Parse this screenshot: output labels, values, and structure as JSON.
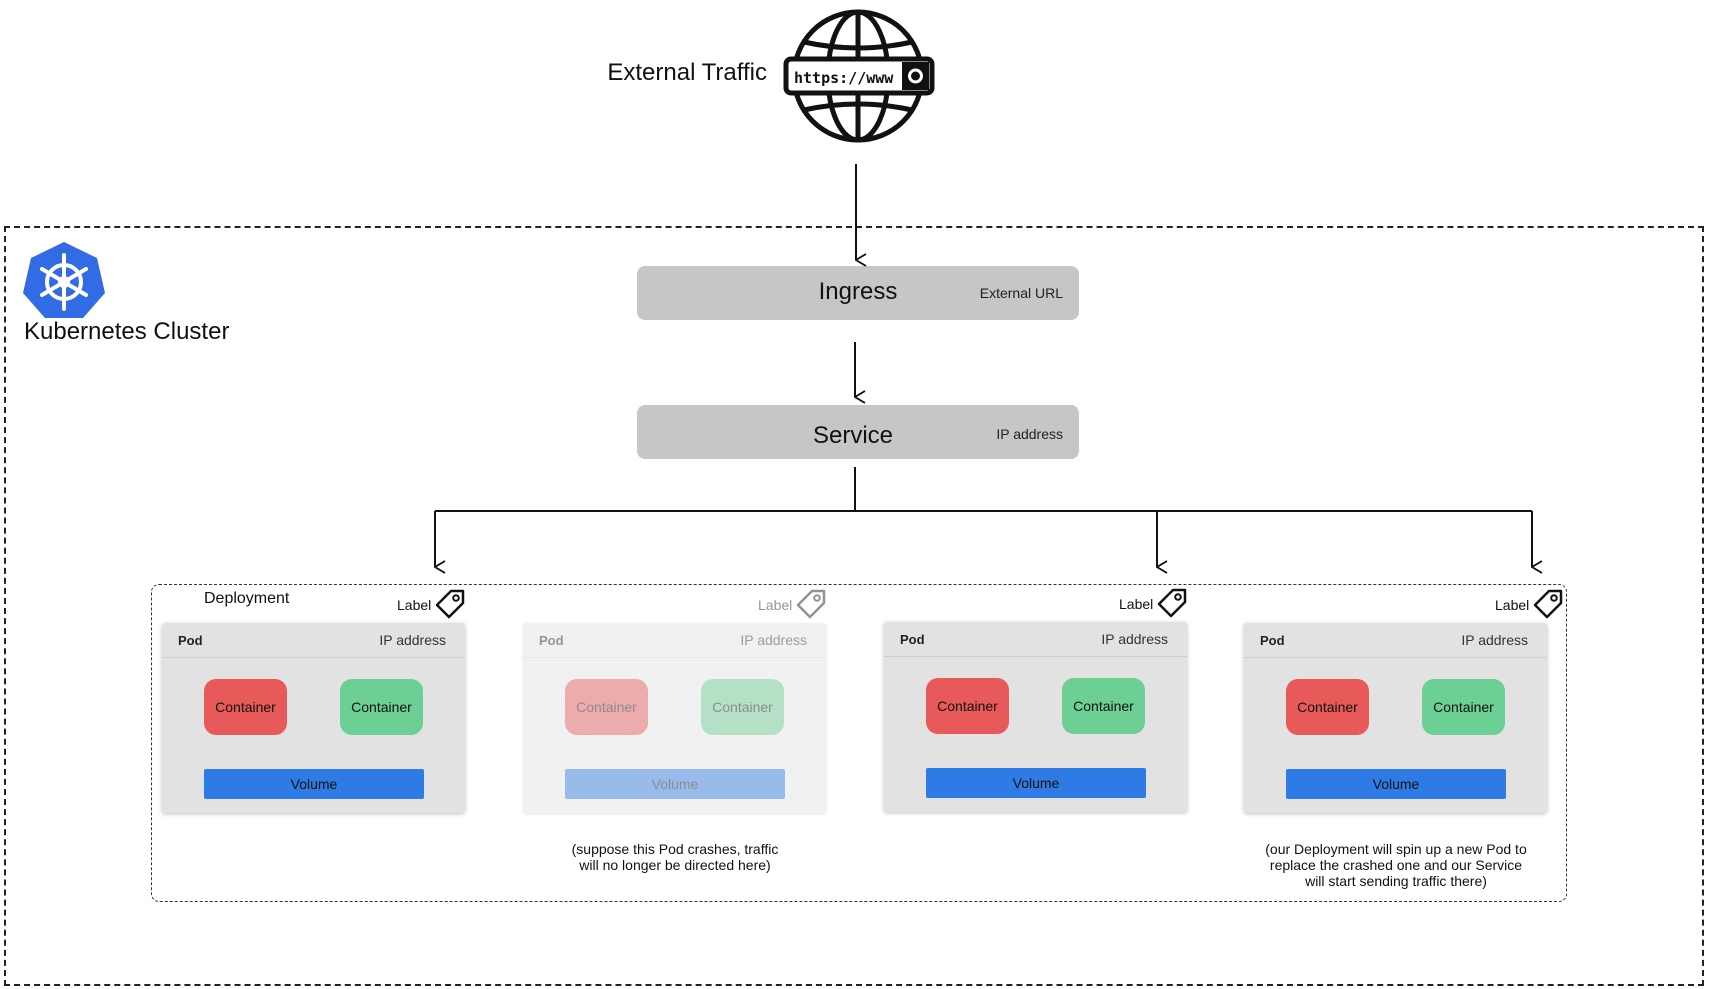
{
  "external": {
    "title": "External Traffic",
    "url_text": "https://www"
  },
  "cluster": {
    "title": "Kubernetes Cluster"
  },
  "ingress": {
    "title": "Ingress",
    "subtitle": "External URL"
  },
  "service": {
    "title": "Service",
    "subtitle": "IP address"
  },
  "deployment": {
    "title": "Deployment"
  },
  "pods": [
    {
      "label": "Label",
      "title": "Pod",
      "ip": "IP address",
      "container1": "Container",
      "container2": "Container",
      "volume": "Volume",
      "state": "normal"
    },
    {
      "label": "Label",
      "title": "Pod",
      "ip": "IP address",
      "container1": "Container",
      "container2": "Container",
      "volume": "Volume",
      "state": "crashed"
    },
    {
      "label": "Label",
      "title": "Pod",
      "ip": "IP address",
      "container1": "Container",
      "container2": "Container",
      "volume": "Volume",
      "state": "normal"
    },
    {
      "label": "Label",
      "title": "Pod",
      "ip": "IP address",
      "container1": "Container",
      "container2": "Container",
      "volume": "Volume",
      "state": "normal"
    }
  ],
  "notes": {
    "crashed_line1": "(suppose this Pod crashes, traffic",
    "crashed_line2": "will no longer be directed here)",
    "new_line1": "(our Deployment will spin up a new Pod to",
    "new_line2": "replace the crashed one and our Service",
    "new_line3": "will start sending traffic there)"
  },
  "colors": {
    "container_red": "#e85a5a",
    "container_green": "#6ccf93",
    "volume_blue": "#2f7be6",
    "bar_gray": "#c6c6c6",
    "pod_gray": "#e2e2e2",
    "kubernetes_blue": "#326ce5"
  },
  "icons": [
    "globe-icon",
    "kubernetes-logo-icon",
    "tag-icon"
  ]
}
